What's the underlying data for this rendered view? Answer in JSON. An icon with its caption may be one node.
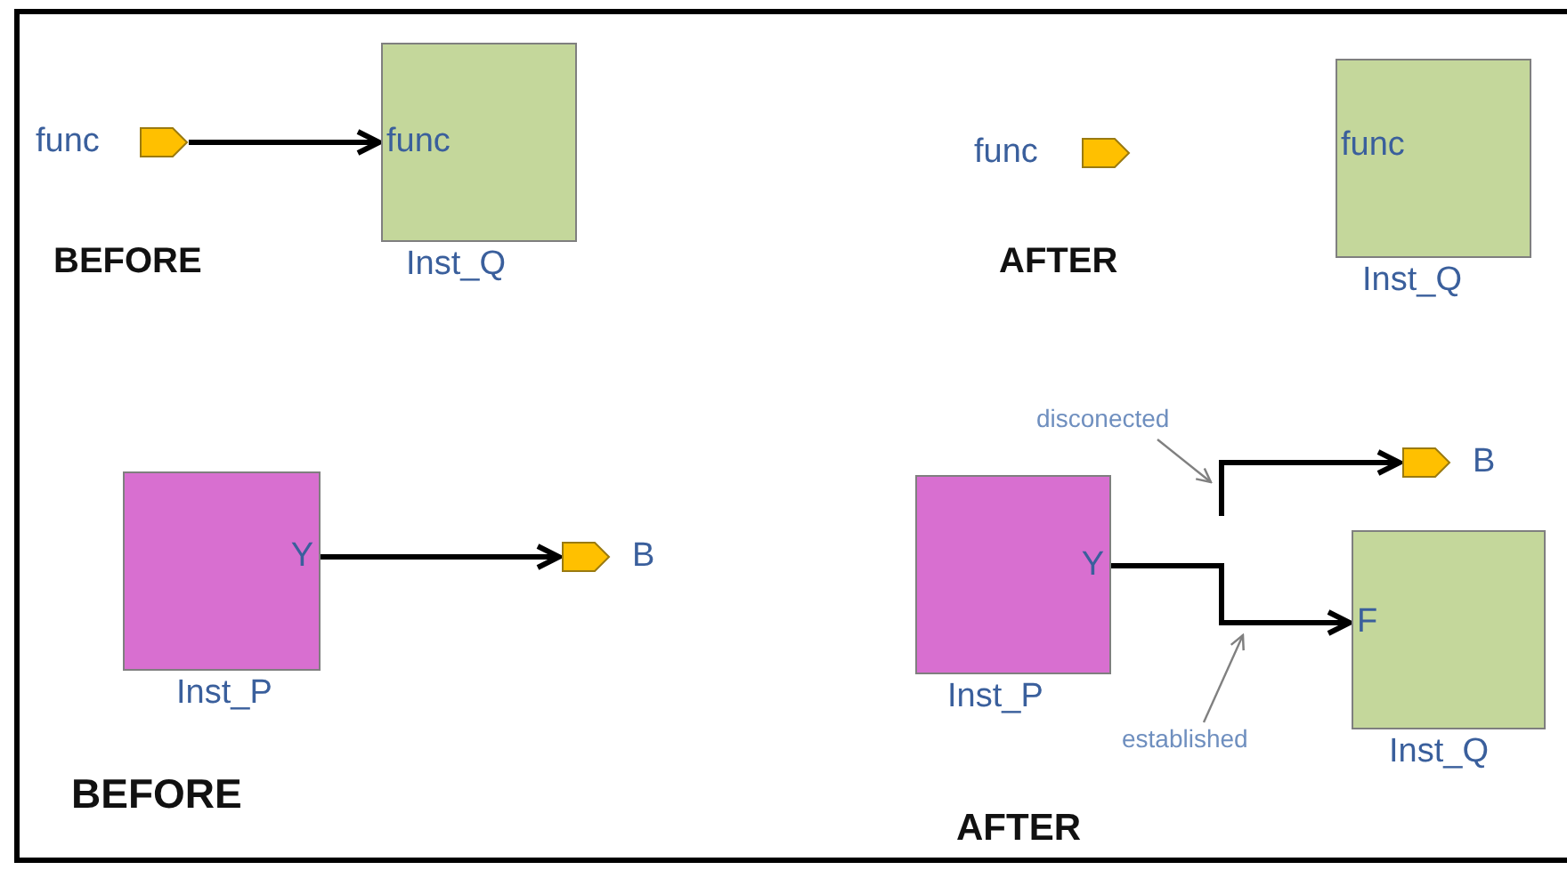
{
  "diagram": {
    "nodes": [
      {
        "text": [
          "func"
        ]
      },
      {
        "text": [
          "func",
          "Inst_Q"
        ]
      },
      {
        "text": [
          "func"
        ]
      },
      {
        "text": [
          "func",
          "Inst_Q"
        ]
      },
      {
        "text": [
          "Y",
          "Inst_P"
        ]
      },
      {
        "text": [
          "B"
        ]
      },
      {
        "text": [
          "Y",
          "Inst_P"
        ]
      },
      {
        "text": [
          "B"
        ]
      },
      {
        "text": [
          "F",
          "Inst_Q"
        ]
      },
      {
        "text": [
          "disconected"
        ]
      },
      {
        "text": [
          "established"
        ]
      }
    ],
    "edges": [
      {
        "from": 0,
        "to": 1,
        "arrow": "to"
      },
      {
        "from": 4,
        "to": 5,
        "arrow": "to"
      },
      {
        "from": 6,
        "to": 8,
        "arrow": "to"
      },
      {
        "from": null,
        "to": 7,
        "arrow": "to"
      },
      {
        "from": 9,
        "to": null,
        "arrow": "to",
        "color": "#808080"
      },
      {
        "from": 10,
        "to": null,
        "arrow": "to",
        "color": "#808080"
      }
    ],
    "labels": [
      "BEFORE",
      "AFTER",
      "BEFORE",
      "AFTER"
    ]
  }
}
